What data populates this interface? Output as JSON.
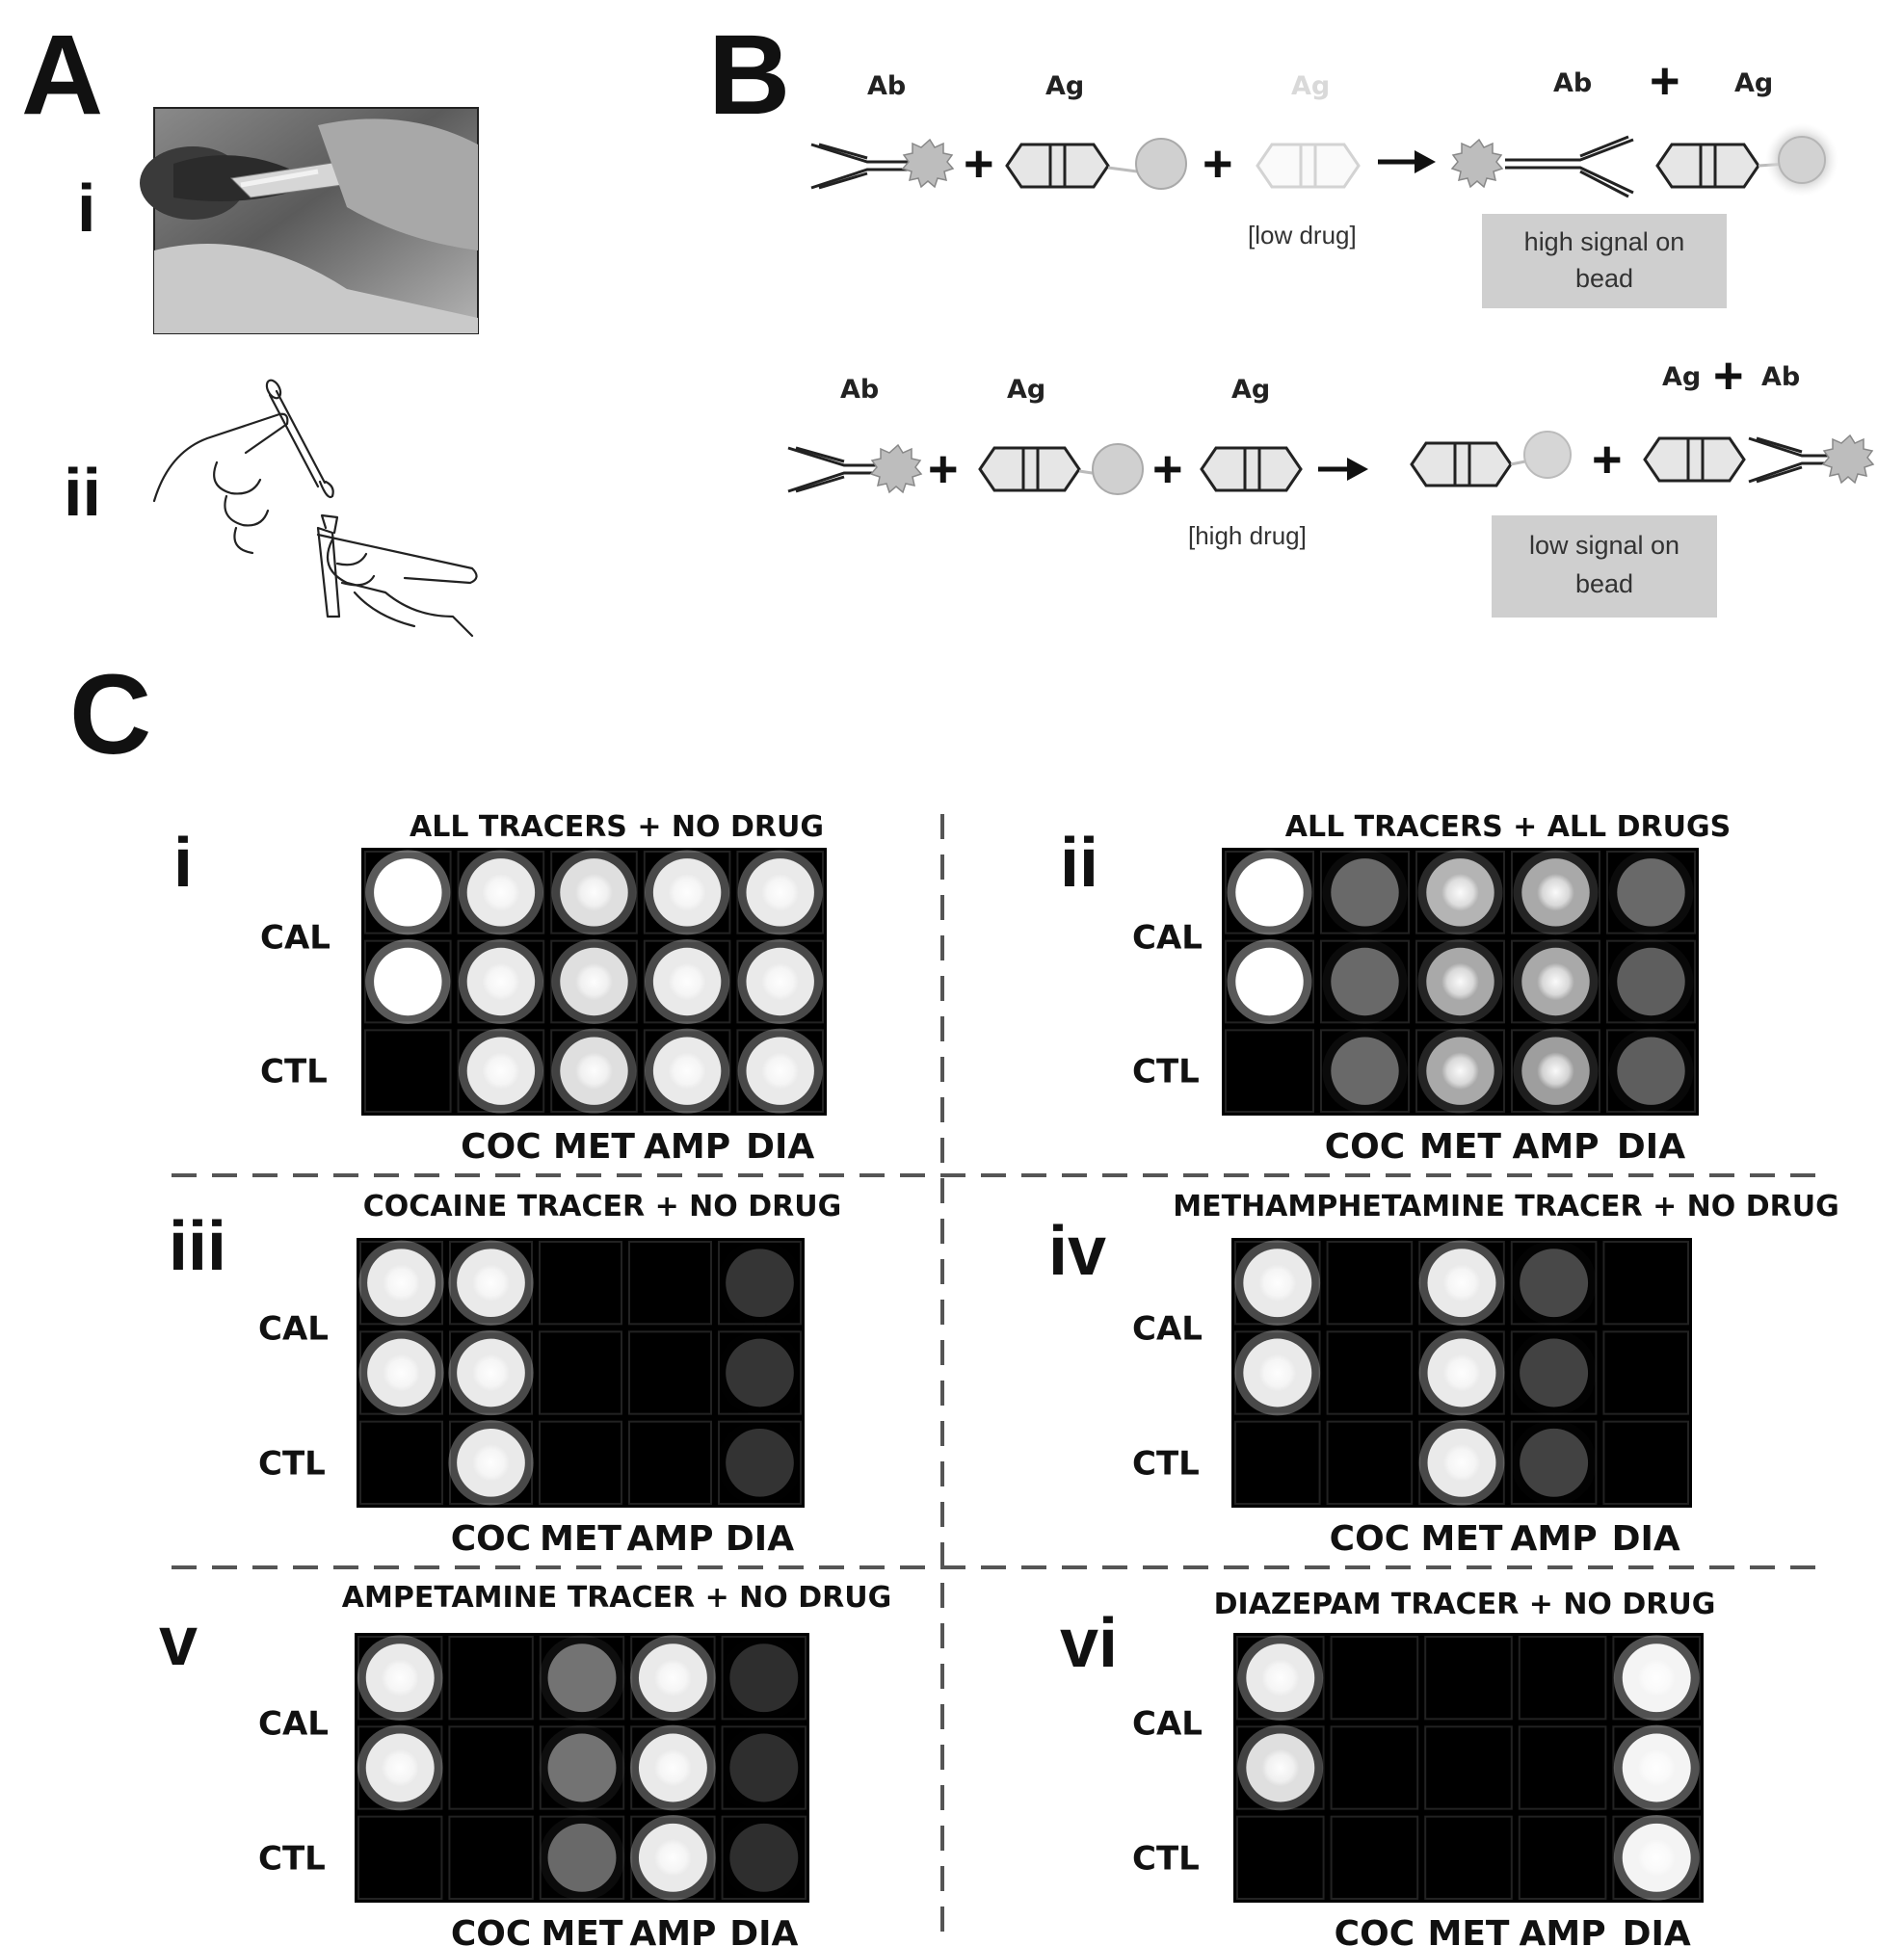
{
  "panels": {
    "a": {
      "letter": "A",
      "sub_i": "i",
      "sub_ii": "ii"
    },
    "b": {
      "letter": "B",
      "top": {
        "ab": "Ab",
        "ag1": "Ag",
        "ag2": "Ag",
        "condition": "[low drug]",
        "res_ab": "Ab",
        "res_ag": "Ag",
        "box_line1": "high signal on",
        "box_line2": "bead"
      },
      "bottom": {
        "ab": "Ab",
        "ag1": "Ag",
        "ag2": "Ag",
        "condition": "[high drug]",
        "res_ag": "Ag",
        "res_ab": "Ab",
        "box_line1": "low signal on",
        "box_line2": "bead"
      }
    },
    "c": {
      "letter": "C"
    }
  },
  "labels": {
    "row_cal": "CAL",
    "row_ctl": "CTL",
    "cols": [
      "COC",
      "MET",
      "AMP",
      "DIA"
    ]
  },
  "grids": [
    {
      "id": "i",
      "title": "ALL TRACERS + NO DRUG",
      "intensity": [
        [
          1,
          0.9,
          0.85,
          0.9,
          0.9
        ],
        [
          1,
          0.9,
          0.85,
          0.9,
          0.9
        ],
        [
          0,
          0.9,
          0.85,
          0.9,
          0.9
        ]
      ]
    },
    {
      "id": "ii",
      "title": "ALL TRACERS +  ALL DRUGS",
      "intensity": [
        [
          1,
          0.3,
          0.65,
          0.6,
          0.3
        ],
        [
          1,
          0.3,
          0.6,
          0.6,
          0.25
        ],
        [
          0,
          0.3,
          0.6,
          0.55,
          0.25
        ]
      ]
    },
    {
      "id": "iii",
      "title": "COCAINE TRACER + NO DRUG",
      "intensity": [
        [
          0.9,
          0.9,
          0,
          0,
          0.06
        ],
        [
          0.9,
          0.9,
          0,
          0,
          0.06
        ],
        [
          0,
          0.9,
          0,
          0,
          0.05
        ]
      ]
    },
    {
      "id": "iv",
      "title": "METHAMPHETAMINE TRACER + NO DRUG",
      "intensity": [
        [
          0.9,
          0,
          0.9,
          0.15,
          0
        ],
        [
          0.9,
          0,
          0.9,
          0.12,
          0
        ],
        [
          0,
          0,
          0.9,
          0.12,
          0
        ]
      ]
    },
    {
      "id": "v",
      "title": "AMPETAMINE TRACER +  NO DRUG",
      "intensity": [
        [
          0.9,
          0,
          0.35,
          0.9,
          0.03
        ],
        [
          0.9,
          0,
          0.35,
          0.9,
          0.03
        ],
        [
          0,
          0,
          0.3,
          0.9,
          0.03
        ]
      ]
    },
    {
      "id": "vi",
      "title": "DIAZEPAM TRACER +  NO DRUG",
      "intensity": [
        [
          0.9,
          0,
          0,
          0,
          0.95
        ],
        [
          0.85,
          0,
          0,
          0,
          0.95
        ],
        [
          0,
          0,
          0,
          0,
          0.95
        ]
      ]
    }
  ]
}
